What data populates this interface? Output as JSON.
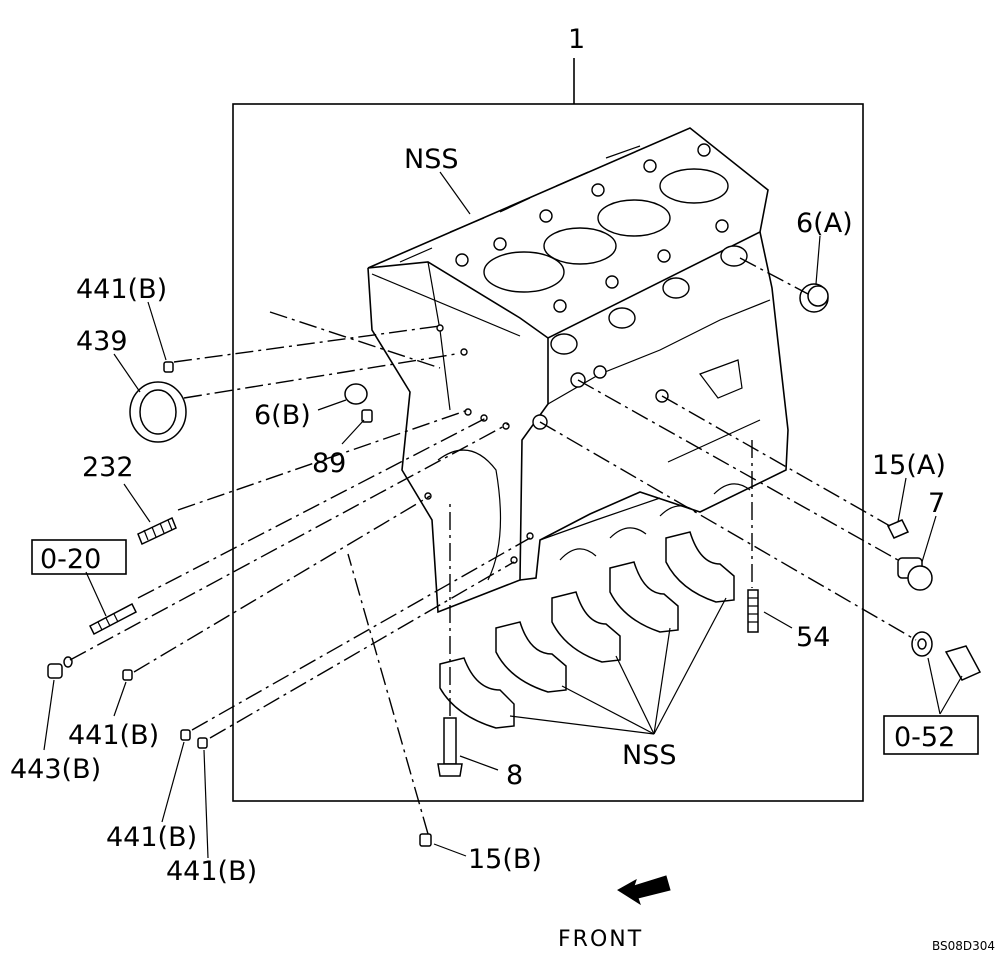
{
  "labels": {
    "assembly": "1",
    "nss_top": "NSS",
    "p6a": "6(A)",
    "p441b_1": "441(B)",
    "p439": "439",
    "p6b": "6(B)",
    "p89": "89",
    "p232": "232",
    "p15a": "15(A)",
    "p7": "7",
    "p020": "0-20",
    "p54": "54",
    "p0_52": "0-52",
    "p441b_2": "441(B)",
    "p443b": "443(B)",
    "nss_bottom": "NSS",
    "p8": "8",
    "p441b_3": "441(B)",
    "p441b_4": "441(B)",
    "p15b": "15(B)",
    "front": "FRONT",
    "drawing_code": "BS08D304"
  },
  "icons": {
    "front_arrow": "front-direction-arrow-icon"
  }
}
